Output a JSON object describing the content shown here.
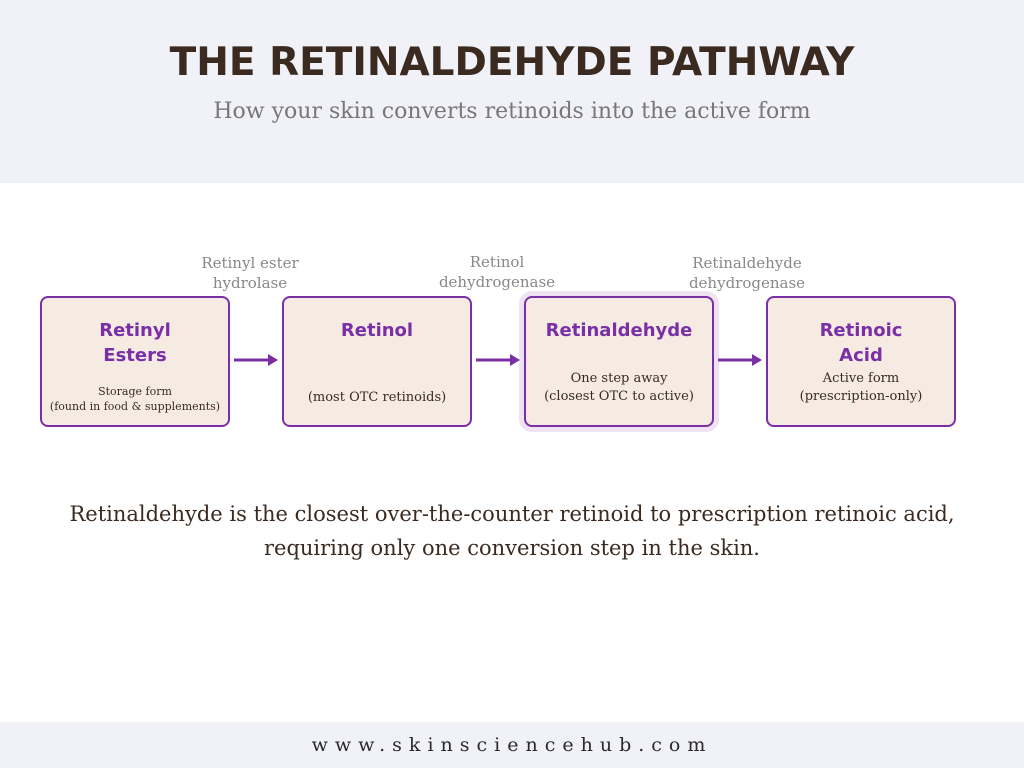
{
  "header": {
    "title": "THE RETINALDEHYDE PATHWAY",
    "subtitle": "How your skin converts retinoids into the active form"
  },
  "pathway": {
    "nodes": [
      {
        "name": "Retinyl\nEsters",
        "description": "Storage form\n(found in food & supplements)"
      },
      {
        "name": "Retinol",
        "description": "(most OTC retinoids)"
      },
      {
        "name": "Retinaldehyde",
        "description": "One step away\n(closest OTC to active)",
        "highlighted": true
      },
      {
        "name": "Retinoic\nAcid",
        "description": "Active form\n(prescription-only)"
      }
    ],
    "enzymes": [
      "Retinyl ester\nhydrolase",
      "Retinol\ndehydrogenase",
      "Retinaldehyde\ndehydrogenase"
    ]
  },
  "summary": "Retinaldehyde is the closest over-the-counter retinoid to prescription retinoic acid, requiring only one conversion step in the skin.",
  "footer": {
    "website": "www.skinsciencehub.com"
  },
  "colors": {
    "accent": "#7b2fa6",
    "box_fill": "#f5ebe2",
    "highlight_glow": "#efe2f3",
    "header_bg": "#f1f1f8",
    "text_dark": "#3a2a20",
    "text_muted": "#888888"
  }
}
